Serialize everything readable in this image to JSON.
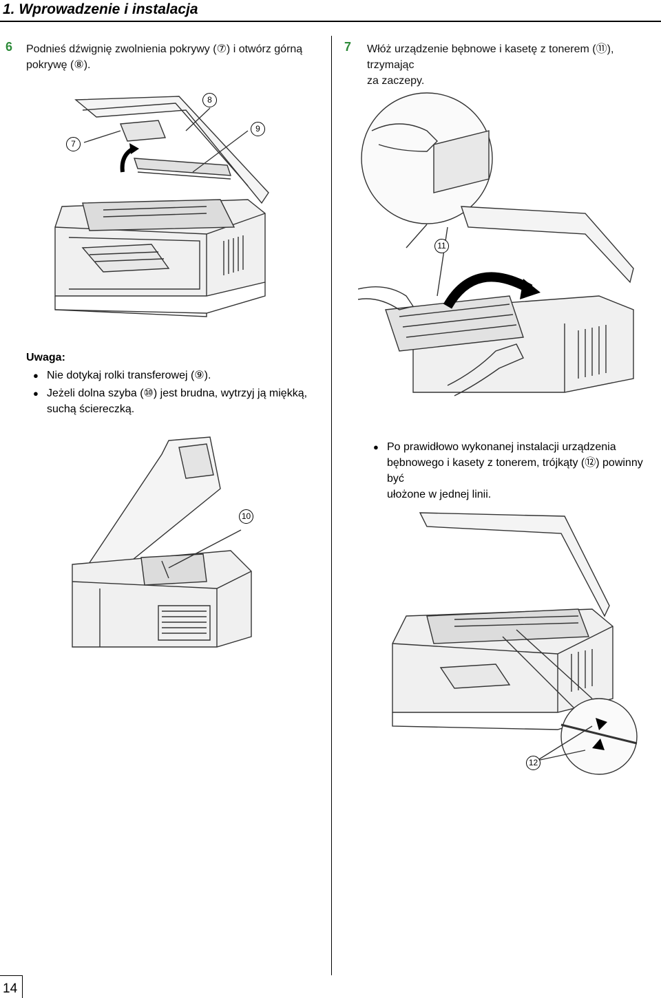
{
  "header": {
    "title": "1. Wprowadzenie i instalacja"
  },
  "step6": {
    "number": "6",
    "line1": "Podnieś dźwignię zwolnienia pokrywy (⑦) i otwórz górną",
    "line2": "pokrywę (⑧)."
  },
  "step7": {
    "number": "7",
    "line1": "Włóż urządzenie bębnowe i kasetę z tonerem (⑪), trzymając",
    "line2": "za zaczepy."
  },
  "note": {
    "title": "Uwaga:",
    "bullet1": "Nie dotykaj rolki transferowej (⑨).",
    "bullet2_line1": "Jeżeli dolna szyba (⑩) jest brudna, wytrzyj ją miękką,",
    "bullet2_line2": "suchą ściereczką."
  },
  "note_right": {
    "line1": "Po prawidłowo wykonanej instalacji urządzenia",
    "line2": "bębnowego i kasety z tonerem, trójkąty (⑫) powinny być",
    "line3": "ułożone w jednej linii."
  },
  "callouts": {
    "c7": "7",
    "c8": "8",
    "c9": "9",
    "c10": "10",
    "c11": "11",
    "c12": "12"
  },
  "bullet_symbol": "●",
  "page_number": "14",
  "colors": {
    "step_number": "#2e8b3a",
    "line_art": "#333333"
  }
}
